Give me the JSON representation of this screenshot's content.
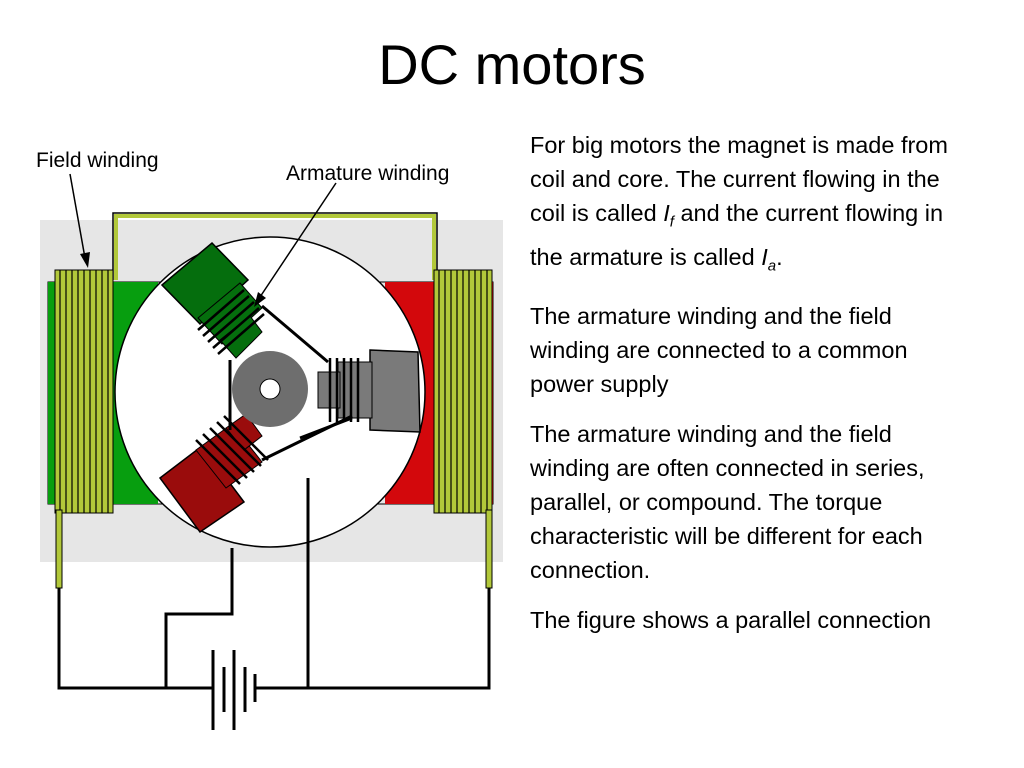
{
  "slide": {
    "title": "DC motors"
  },
  "diagram": {
    "labels": {
      "field_winding": "Field winding",
      "armature_winding": "Armature winding"
    },
    "colors": {
      "pole_left": "#079e0f",
      "pole_right": "#d3080c",
      "coil": "#b2c83a",
      "rotor_green": "#056e0d",
      "rotor_red": "#9a0c0c",
      "rotor_gray": "#7a7a7a",
      "hub": "#6e6e6e",
      "backdrop": "#e6e6e6"
    }
  },
  "body": {
    "p1": {
      "part1": "For big motors the magnet is made from coil and core. The current flowing in the coil is called ",
      "sym1": "I",
      "sub1": "f",
      "part2": " and the current flowing in the armature is called ",
      "sym2": "I",
      "sub2": "a",
      "part3": "."
    },
    "p2": "The armature winding and the field winding are connected to a common power supply",
    "p3": "The armature winding and the field winding are often connected in series, parallel, or compound. The torque characteristic will be different for each connection.",
    "p4": "The figure shows a parallel connection"
  }
}
